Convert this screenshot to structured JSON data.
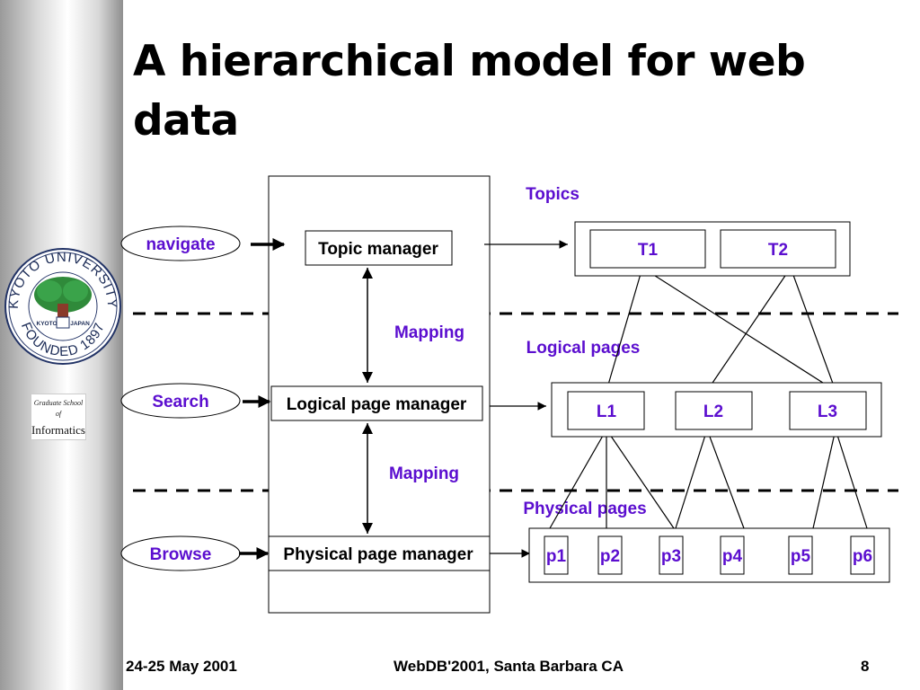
{
  "slide": {
    "title": "A hierarchical model for web data",
    "footer_left": "24-25 May 2001",
    "footer_center": "WebDB'2001,  Santa Barbara CA",
    "footer_right": "8"
  },
  "logo": {
    "seal_top_text": "KYOTO UNIVERSITY",
    "seal_bottom_text": "FOUNDED 1897",
    "seal_center_left": "KYOTO",
    "seal_center_right": "JAPAN",
    "dept_line1": "Graduate School of",
    "dept_line2": "Informatics"
  },
  "diagram": {
    "actions": {
      "navigate": "navigate",
      "search": "Search",
      "browse": "Browse"
    },
    "managers": {
      "topic": "Topic manager",
      "logical": "Logical page manager",
      "physical": "Physical page manager"
    },
    "mapping_upper": "Mapping",
    "mapping_lower": "Mapping",
    "sections": {
      "topics": "Topics",
      "logical": "Logical pages",
      "physical": "Physical pages"
    },
    "topics": [
      "T1",
      "T2"
    ],
    "logical_pages": [
      "L1",
      "L2",
      "L3"
    ],
    "physical_pages": [
      "p1",
      "p2",
      "p3",
      "p4",
      "p5",
      "p6"
    ],
    "colors": {
      "accent": "#5b0ecf",
      "line": "#000000"
    }
  }
}
